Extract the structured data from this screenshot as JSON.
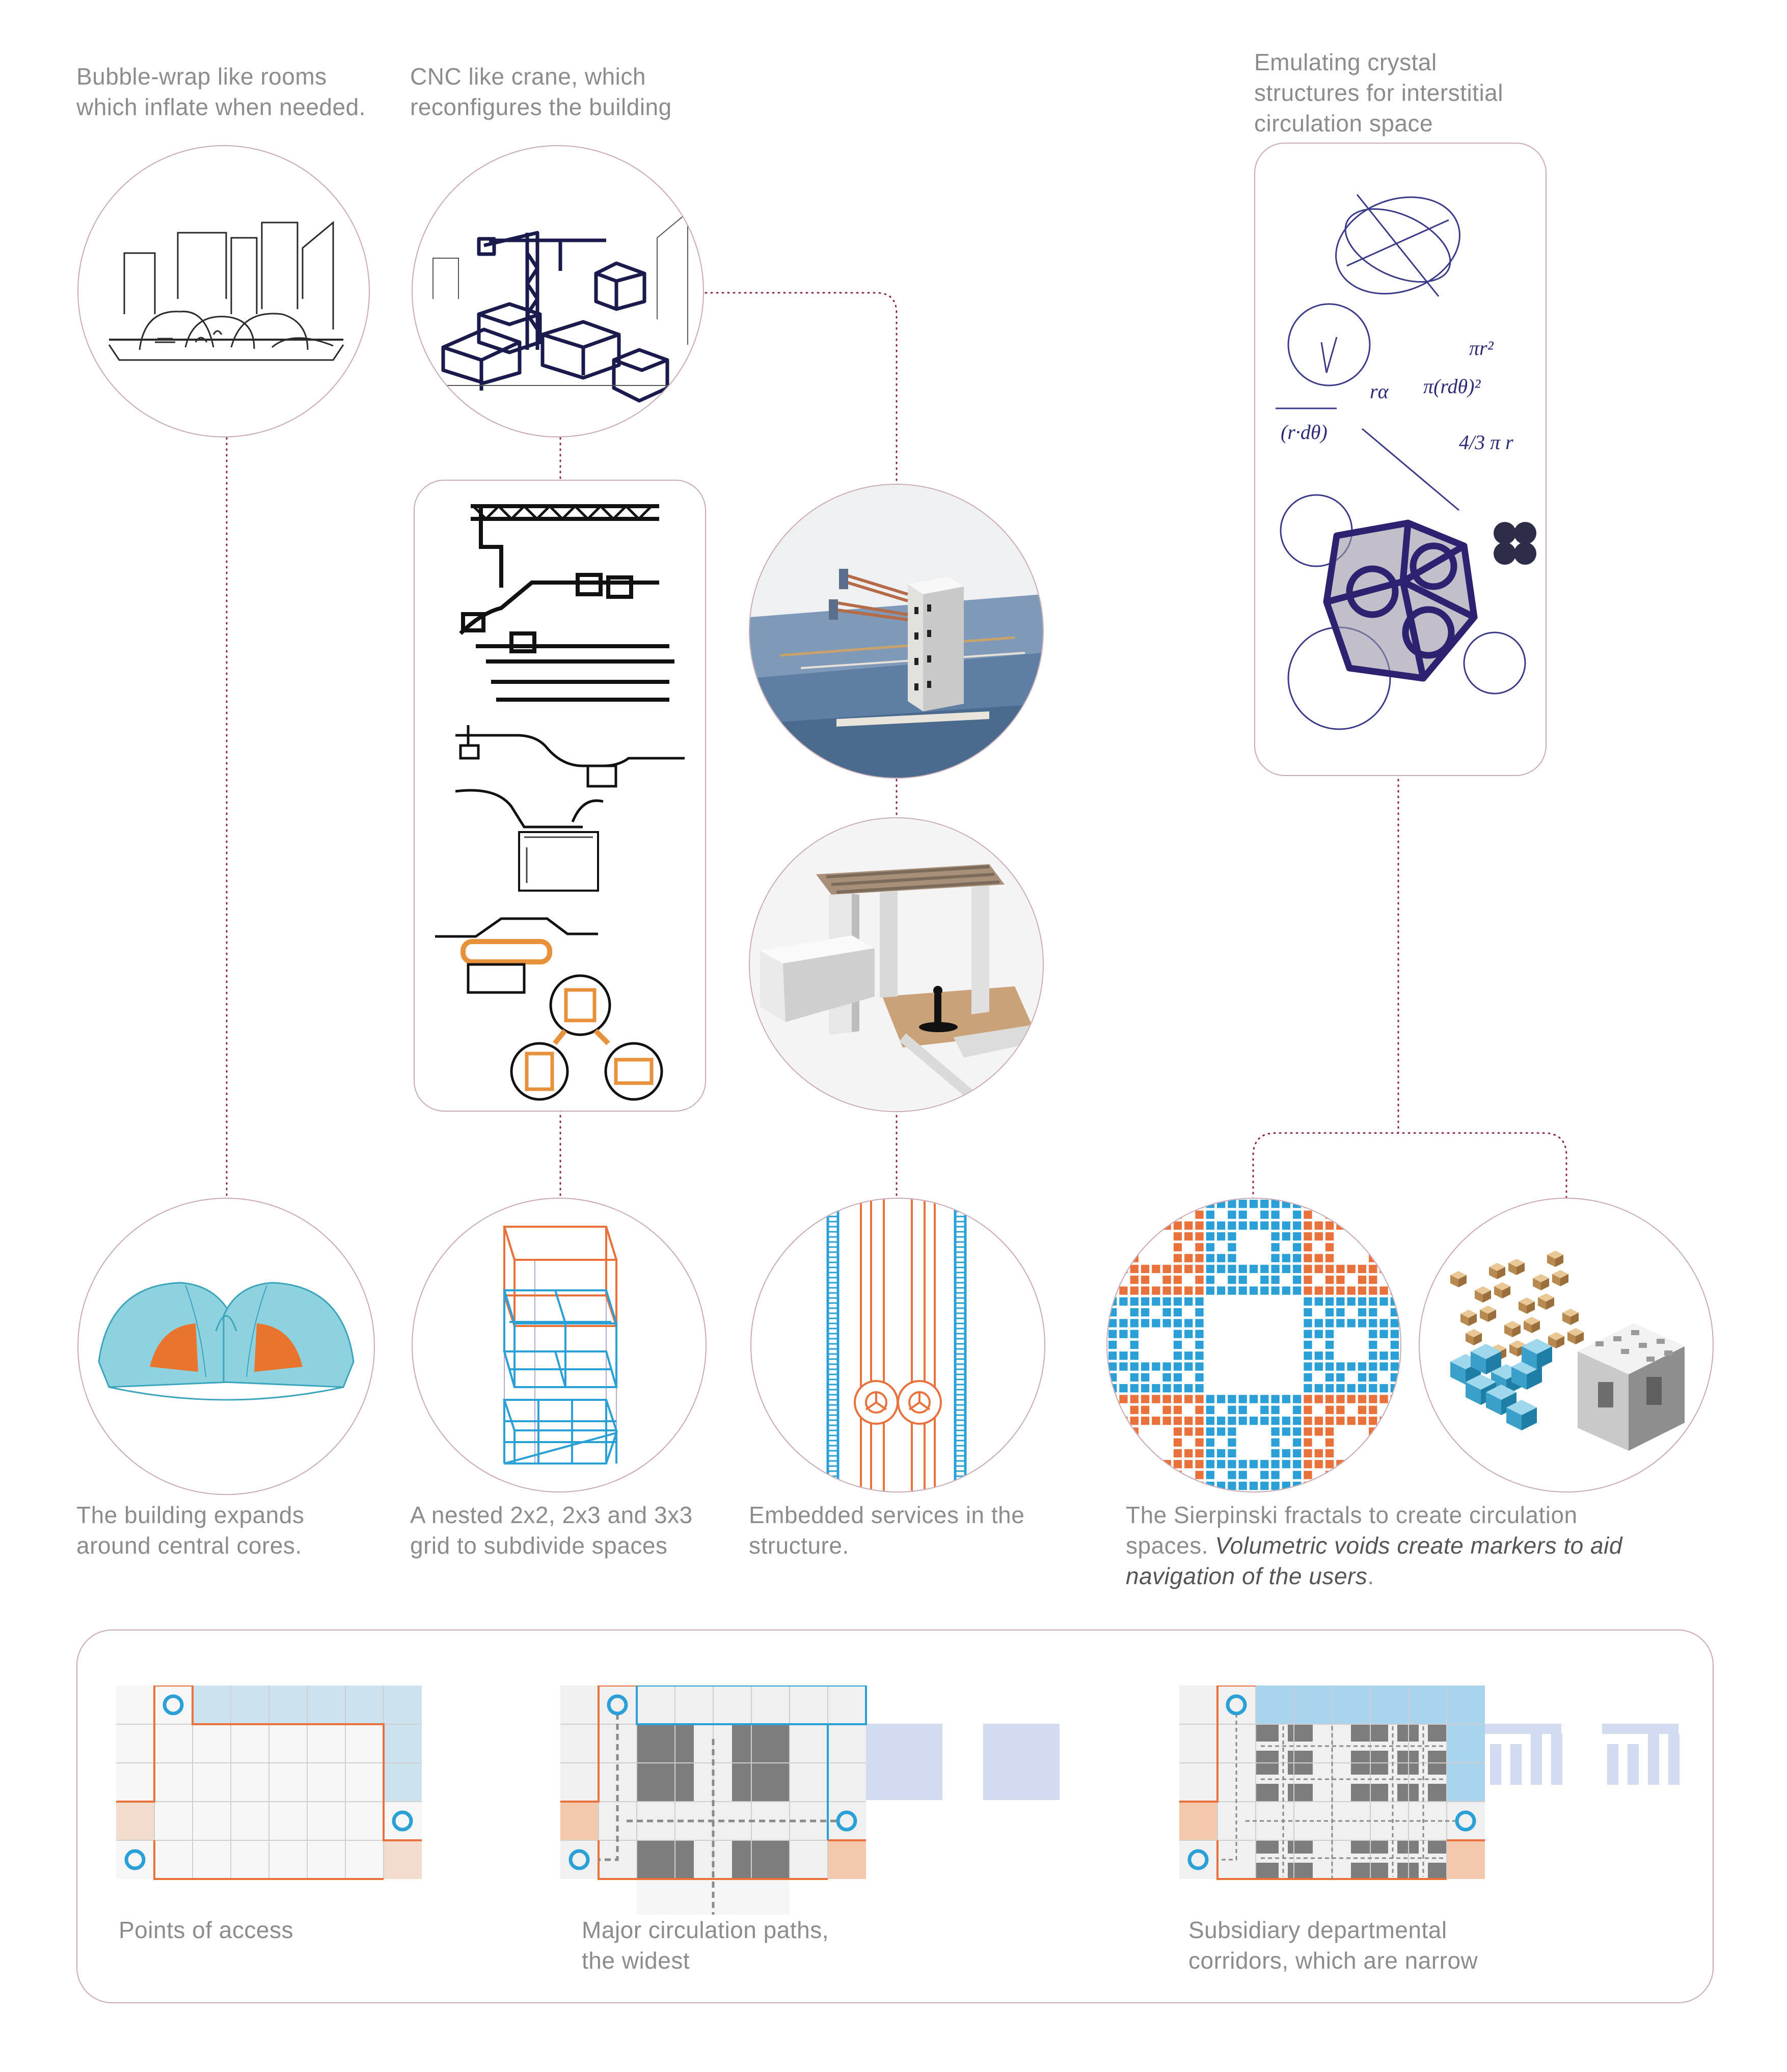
{
  "colors": {
    "connector": "#8c1f4a",
    "frame": "#c9a9b3",
    "orange": "#e8713c",
    "blue": "#2aa0d6",
    "light_blue": "#a8d4ee",
    "peach": "#f4c8ad",
    "grey": "#7d7d7d",
    "pale_purple": "#d3dbf0",
    "ink": "#1b1a4d",
    "caption": "#8c8c8c"
  },
  "captions": {
    "bubble": [
      "Bubble-wrap like rooms",
      "which inflate when needed."
    ],
    "crane": [
      "CNC like crane, which",
      "reconfigures the building"
    ],
    "crystal": [
      "Emulating crystal",
      "structures for interstitial",
      "circulation space"
    ],
    "expand": [
      "The building expands",
      "around central cores."
    ],
    "grid": [
      "A nested 2x2, 2x3 and 3x3",
      "grid to subdivide spaces"
    ],
    "services": [
      "Embedded services in the",
      "structure."
    ],
    "sierpinski_line1": "The Sierpinski fractals to create circulation",
    "sierpinski_line2_plain": "spaces. ",
    "sierpinski_line2_italic": "Volumetric voids create markers to aid",
    "sierpinski_line3_italic": "navigation of the users",
    "sierpinski_line3_end": ".",
    "access": [
      "Points of access"
    ],
    "major": [
      "Major circulation paths,",
      "the widest"
    ],
    "subsidiary": [
      "Subsidiary departmental",
      "corridors, which are narrow"
    ]
  },
  "images": {
    "bubble_sketch": "bubble-wrap rooms sketch",
    "crane_sketch": "crane reconfiguring blocks sketch",
    "crane_detail": "crane gantry detail sketches",
    "model_tower": "physical model tower photo",
    "model_frame": "physical model frame photo",
    "crystal_sketch": "crystal structure sketch",
    "domes": "central core domes render",
    "nested_grid": "nested grid wireframe",
    "services": "embedded services diagram",
    "sierpinski_flat": "sierpinski carpet pattern",
    "sierpinski_cubes": "sierpinski volumetric cubes"
  }
}
